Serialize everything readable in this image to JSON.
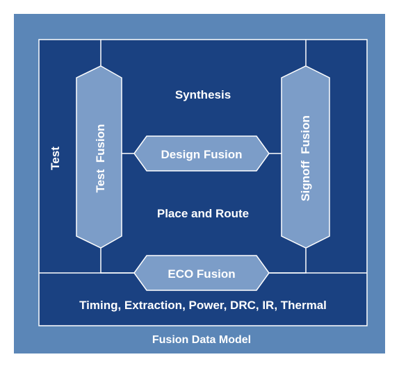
{
  "diagram": {
    "outer_label": "Fusion Data Model",
    "bottom_band_label": "Timing, Extraction, Power, DRC, IR, Thermal",
    "left_label": "Test",
    "center_top_label": "Synthesis",
    "center_bottom_label": "Place and Route",
    "left_pillar_label": "Test  Fusion",
    "right_pillar_label": "Signoff  Fusion",
    "center_hexagon_label": "Design Fusion",
    "bottom_hexagon_label": "ECO Fusion"
  },
  "colors": {
    "outer": "#5b86b7",
    "inner": "#1a4181",
    "shape_fill": "#7c9dc8",
    "line": "#ffffff",
    "text": "#ffffff"
  }
}
